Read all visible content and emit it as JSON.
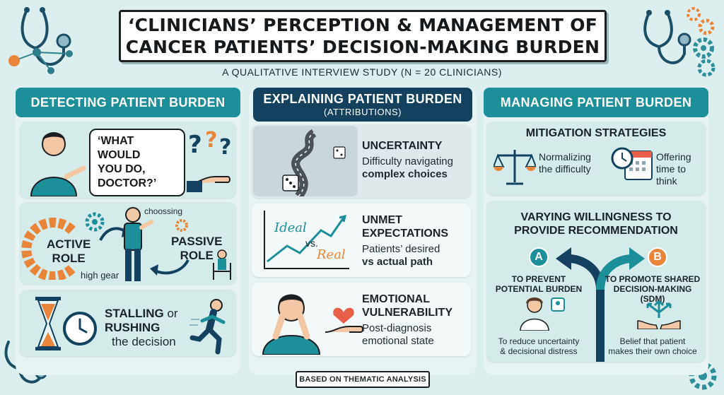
{
  "title": {
    "line1": "‘CLINICIANS’ PERCEPTION & MANAGEMENT OF",
    "line2": "CANCER PATIENTS’ DECISION-MAKING BURDEN"
  },
  "subtitle": "A QUALITATIVE INTERVIEW STUDY (N = 20 CLINICIANS)",
  "detecting": {
    "header": "DETECTING PATIENT BURDEN",
    "quote_line1": "‘WHAT WOULD",
    "quote_line2": "YOU DO,",
    "quote_line3": "DOCTOR?’",
    "choosing": "choossing",
    "active_line1": "ACTIVE",
    "active_line2": "ROLE",
    "passive_line1": "PASSIVE",
    "passive_line2": "ROLE",
    "high_gear": "high gear",
    "stalling": "STALLING",
    "or": "or",
    "rushing": "RUSHING",
    "the_decision": "the decision"
  },
  "explaining": {
    "header": "EXPLAINING PATIENT BURDEN",
    "header_sub": "(ATTRIBUTIONS)",
    "uncertainty_title": "UNCERTAINTY",
    "uncertainty_line1": "Difficulty navigating",
    "uncertainty_line2": "complex choices",
    "ideal": "Ideal",
    "vs": "vs.",
    "real": "Real",
    "unmet_line1": "UNMET",
    "unmet_line2": "EXPECTATIONS",
    "unmet_desc1": "Patients’ desired",
    "unmet_desc2": "vs actual path",
    "emotional_line1": "EMOTIONAL",
    "emotional_line2": "VULNERABILITY",
    "emotional_desc1": "Post-diagnosis",
    "emotional_desc2": "emotional state"
  },
  "managing": {
    "header": "MANAGING PATIENT BURDEN",
    "mitigation_title": "MITIGATION STRATEGIES",
    "normalizing_line1": "Normalizing",
    "normalizing_line2": "the difficulty",
    "offering_line1": "Offering",
    "offering_line2": "time to",
    "offering_line3": "think",
    "varying_line1": "VARYING WILLINGNESS TO",
    "varying_line2": "PROVIDE RECOMMENDATION",
    "badge_a": "A",
    "badge_b": "B",
    "prevent_line1": "TO PREVENT",
    "prevent_line2": "POTENTIAL BURDEN",
    "promote_line1": "TO PROMOTE SHARED",
    "promote_line2": "DECISION-MAKING",
    "promote_line3": "(SDM)",
    "reduce_line1": "To reduce uncertainty",
    "reduce_line2": "& decisional distress",
    "belief_line1": "Belief that patient",
    "belief_line2": "makes their own choice"
  },
  "footer": "BASED ON THEMATIC ANALYSIS",
  "colors": {
    "teal": "#1c8f98",
    "navy": "#14425e",
    "orange": "#e8853a",
    "background": "#dcefee"
  }
}
